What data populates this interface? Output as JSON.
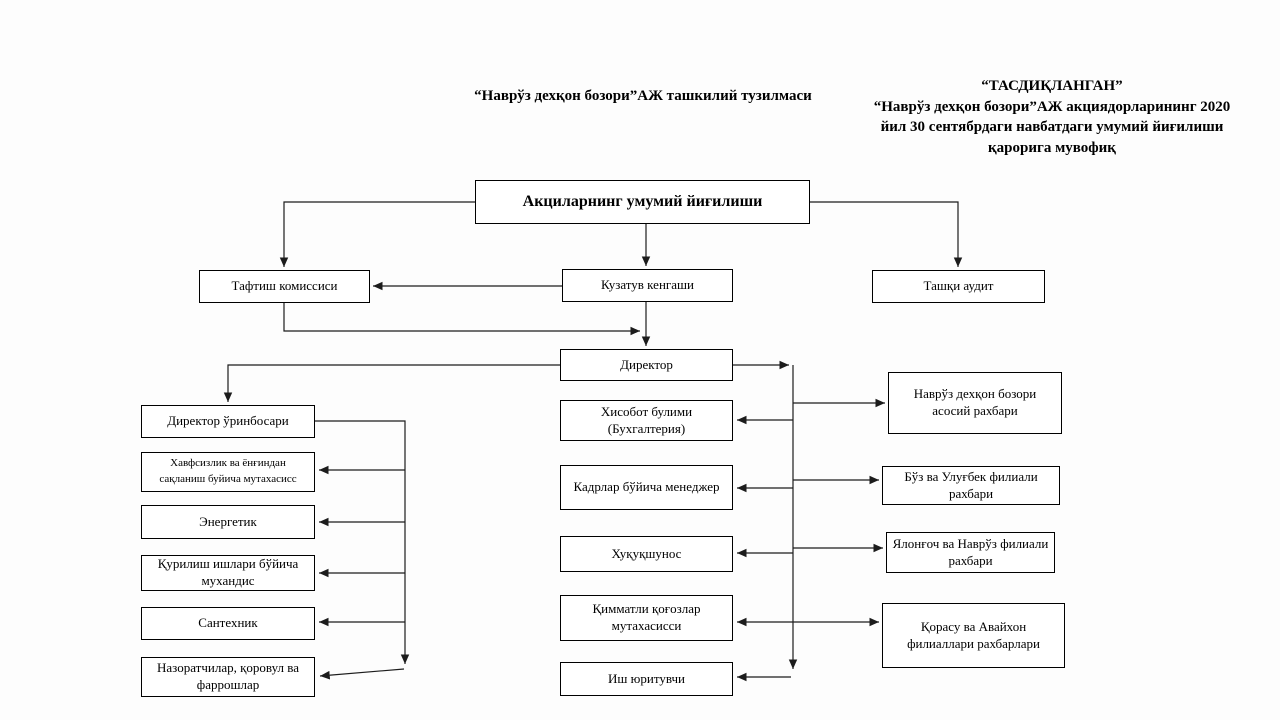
{
  "titles": {
    "left": "“Наврўз дехқон бозори”АЖ ташкилий тузилмаси",
    "right_lines": [
      "“ТАСДИҚЛАНГАН”",
      "“Наврўз дехқон бозори”АЖ акциядорларининг 2020",
      "йил 30 сентябрдаги навбатдаги умумий йиғилиши",
      "қарорига мувофиқ"
    ]
  },
  "nodes": {
    "general_meeting": "Акциларнинг умумий йиғилиши",
    "audit_commission": "Тафтиш комиссиси",
    "supervisory_board": "Кузатув кенгаши",
    "external_audit": "Ташқи аудит",
    "director": "Директор",
    "deputy_director": "Директор ўринбосари",
    "safety_specialist": "Хавфсизлик ва ёнғиндан сақланиш буйича мутахасисс",
    "energy_engineer": "Энергетик",
    "construction_engineer": "Қурилиш ишлари бўйича мухандис",
    "plumber": "Сантехник",
    "inspectors_guards_cleaners": "Назоратчилар, қоровул ва фаррошлар",
    "accounting_department": "Хисобот булими (Бухгалтерия)",
    "hr_manager": "Кадрлар бўйича менеджер",
    "lawyer": "Хуқуқшунос",
    "securities_specialist": "Қимматли қоғозлар мутахасисси",
    "records_clerk": "Иш юритувчи",
    "main_market_head": "Наврўз дехқон бозори асосий рахбари",
    "buz_ulugbek_branch_head": "Бўз ва Улуғбек филиали рахбари",
    "yalangach_navruz_branch_head": "Ялонғоч ва Наврўз филиали рахбари",
    "karasu_avaykhan_branch_heads": "Қорасу ва Авайхон филиаллари рахбарлари"
  },
  "colors": {
    "background": "#fdfdfd",
    "box_border": "#000000",
    "line": "#1c1c1c",
    "text": "#000000"
  }
}
